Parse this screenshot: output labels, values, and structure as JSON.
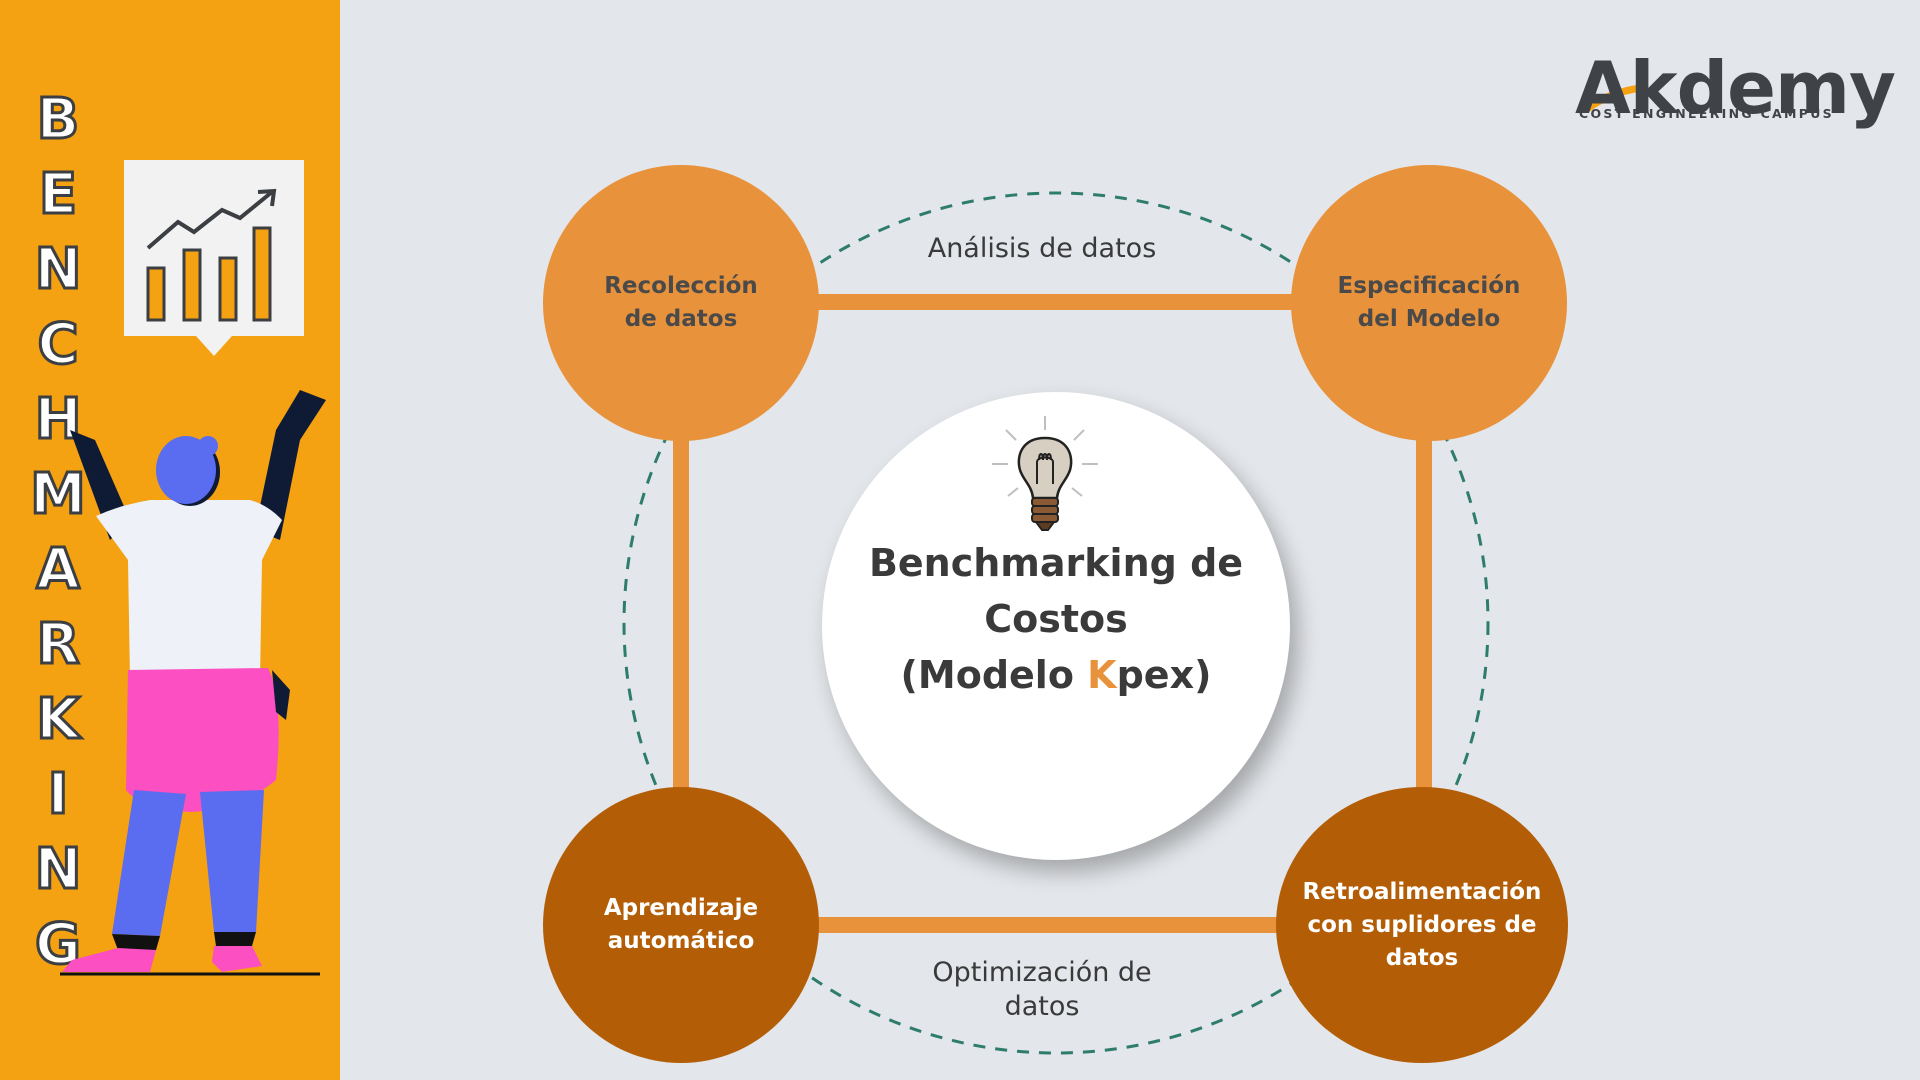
{
  "sidebar": {
    "letters": [
      "B",
      "E",
      "N",
      "C",
      "H",
      "M",
      "A",
      "R",
      "K",
      "I",
      "N",
      "G"
    ]
  },
  "logo": {
    "prefix": "A",
    "suffix": "kdemy",
    "subtitle": "COST ENGINEERING CAMPUS"
  },
  "diagram": {
    "center": {
      "line1": "Benchmarking de",
      "line2": "Costos",
      "line3_open": "(Modelo ",
      "line3_accent": "K",
      "line3_close": "pex)"
    },
    "nodes": [
      {
        "id": "recoleccion",
        "label": "Recolección\nde datos"
      },
      {
        "id": "especificacion",
        "label": "Especificación\ndel Modelo"
      },
      {
        "id": "aprendizaje",
        "label": "Aprendizaje\nautomático"
      },
      {
        "id": "retroalimentacion",
        "label": "Retroalimentación\ncon suplidores de\ndatos"
      }
    ],
    "edge_labels": {
      "top": "Análisis de datos",
      "bottom": "Optimización de\ndatos"
    }
  },
  "colors": {
    "sidebar": "#f4a112",
    "background": "#e3e6ea",
    "node_light": "#e8923b",
    "node_dark": "#b35e06",
    "connector": "#e8923b",
    "dashed_ring": "#2e7d6b"
  },
  "icons": [
    "trend-chart-icon",
    "lightbulb-icon",
    "person-cheering-illustration"
  ]
}
